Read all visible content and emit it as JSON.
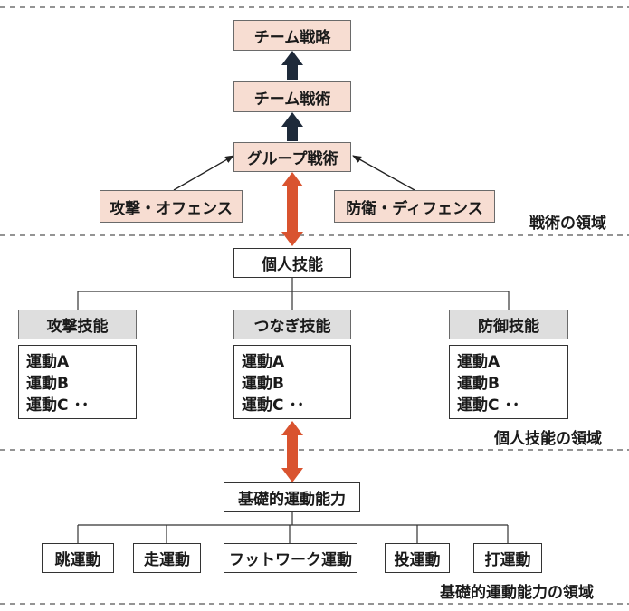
{
  "tactics": {
    "team_strategy": "チーム戦略",
    "team_tactics": "チーム戦術",
    "group_tactics": "グループ戦術",
    "offense": "攻撃・オフェンス",
    "defense": "防衛・ディフェンス",
    "region_label": "戦術の領域"
  },
  "individual": {
    "title": "個人技能",
    "categories": [
      {
        "label": "攻撃技能",
        "items": [
          "運動A",
          "運動B",
          "運動C ･･"
        ]
      },
      {
        "label": "つなぎ技能",
        "items": [
          "運動A",
          "運動B",
          "運動C ･･"
        ]
      },
      {
        "label": "防御技能",
        "items": [
          "運動A",
          "運動B",
          "運動C ･･"
        ]
      }
    ],
    "region_label": "個人技能の領域"
  },
  "basic": {
    "title": "基礎的運動能力",
    "items": [
      "跳運動",
      "走運動",
      "フットワーク運動",
      "投運動",
      "打運動"
    ],
    "region_label": "基礎的運動能力の領域"
  },
  "colors": {
    "pink_fill": "#f7ddd2",
    "gray_fill": "#dedede",
    "dark_arrow": "#1e2a3a",
    "red_arrow": "#d9532f"
  }
}
